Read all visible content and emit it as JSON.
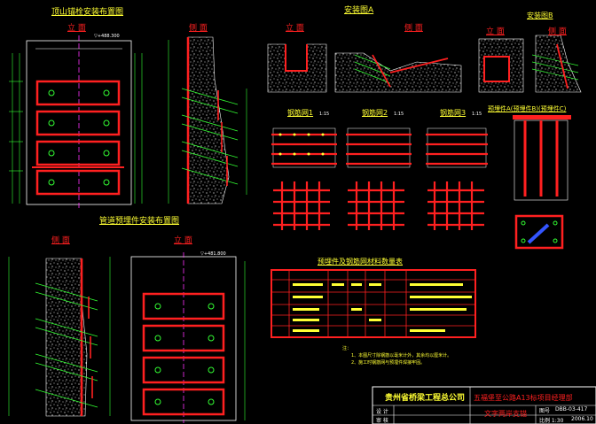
{
  "drawing": {
    "top_left_title": "顶山锚栓安装布置图",
    "top_left_front": "立 面",
    "top_left_side": "侧 面",
    "top_mid_title": "安装图A",
    "top_mid_front": "立 面",
    "top_mid_side": "侧 面",
    "top_right_title": "安装图B",
    "top_right_front": "立 面",
    "top_right_side": "侧 面",
    "steel_mesh_1": "钢筋网1",
    "steel_mesh_2": "钢筋网2",
    "steel_mesh_3": "钢筋网3",
    "scale_1": "1:15",
    "scale_2": "1:15",
    "scale_3": "1:15",
    "right_panel_title": "预埋件A(预埋件B)(预埋件C)",
    "bottom_left_title": "管道预埋件安装布置图",
    "bottom_left_side": "侧 面",
    "bottom_left_front": "立 面",
    "table_title": "预埋件及钢筋网材料数量表",
    "elev_label_1": "▽+488.300",
    "elev_label_2": "▽+481.800",
    "notes_heading": "注：",
    "note_1": "1、本图尺寸除钢筋以毫米计外，其余均以厘米计。",
    "note_2": "2、施工时钢筋网与预埋件焊接牢固。"
  },
  "title_block": {
    "company": "贵州省桥梁工程总公司",
    "project": "五福堡至公路A13标项目经理部",
    "drawing_name": "文字两岸支锚",
    "drawing_no_label": "图号",
    "drawing_no": "DBB-03-417",
    "date": "2006.10",
    "scale": "比例 1:30",
    "row_label_1": "设 计",
    "row_label_2": "审 核"
  },
  "colors": {
    "background": "#000000",
    "red": "#ff2020",
    "white": "#ffffff",
    "green": "#33ff33",
    "yellow": "#ffff33",
    "magenta": "#ff33ff",
    "cyan": "#33ffff",
    "blue": "#3355ff"
  }
}
